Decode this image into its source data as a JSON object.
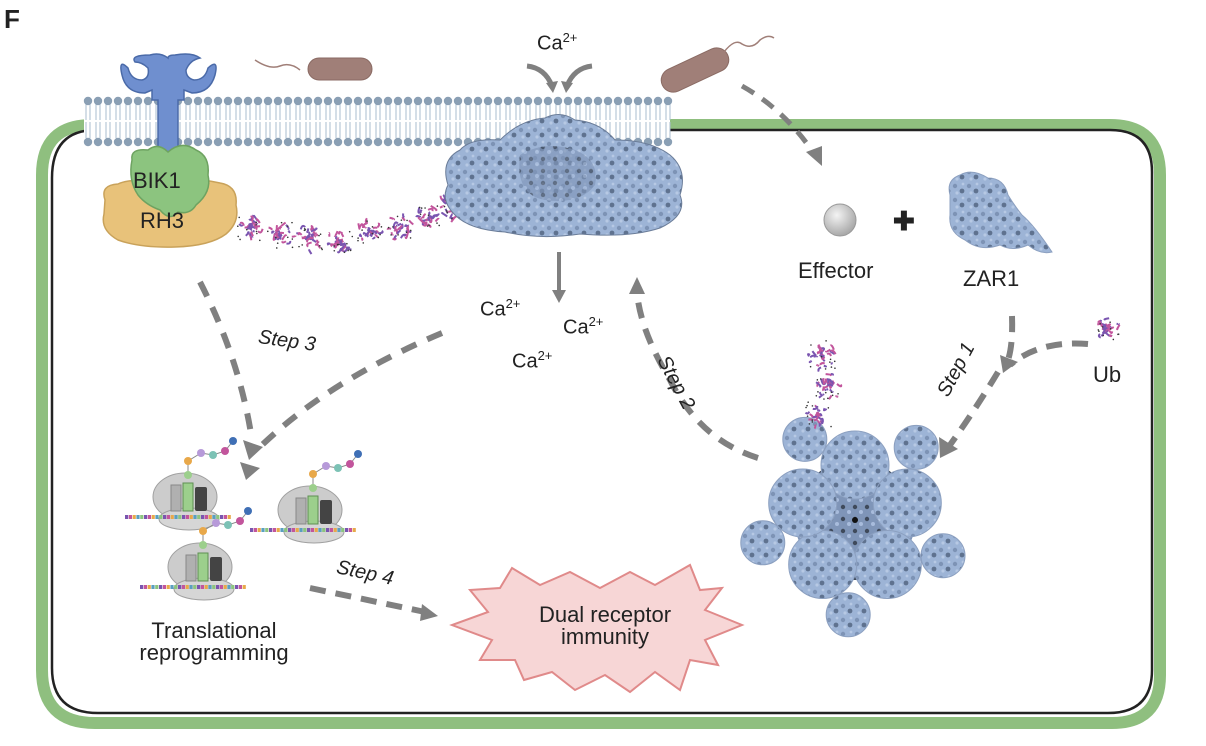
{
  "panel_label": "F",
  "colors": {
    "cell_wall": "#8fbf7f",
    "cell_membrane_outline": "#222222",
    "lipid_head": "#8a9fb4",
    "lipid_tail": "#a9bccf",
    "receptor": "#6f8fcf",
    "bik1": "#8cc47f",
    "rh3": "#e8c27a",
    "protein_surface": "#9db4d6",
    "protein_shadow": "#4a5566",
    "ubiquitin": "#c2559c",
    "bacterium": "#a07f78",
    "arrow": "#808080",
    "immunity_fill": "#f7d6d6",
    "immunity_stroke": "#e08a8a",
    "effector": "#cfcfcf"
  },
  "labels": {
    "bik1": "BIK1",
    "rh3": "RH3",
    "effector": "Effector",
    "plus": "✚",
    "zar1": "ZAR1",
    "ub": "Ub",
    "ca_ion": "Ca",
    "ca_charge": "2+",
    "translational_line1": "Translational",
    "translational_line2": "reprogramming",
    "immunity_line1": "Dual receptor",
    "immunity_line2": "immunity"
  },
  "steps": {
    "step1": "Step 1",
    "step2": "Step 2",
    "step3": "Step 3",
    "step4": "Step 4"
  },
  "icons": {
    "receptor": "pattern-recognition-receptor-icon",
    "bacterium": "bacterium-icon",
    "ribosome": "ribosome-icon",
    "resistosome": "zar1-resistosome-icon",
    "channel": "calcium-channel-icon"
  }
}
